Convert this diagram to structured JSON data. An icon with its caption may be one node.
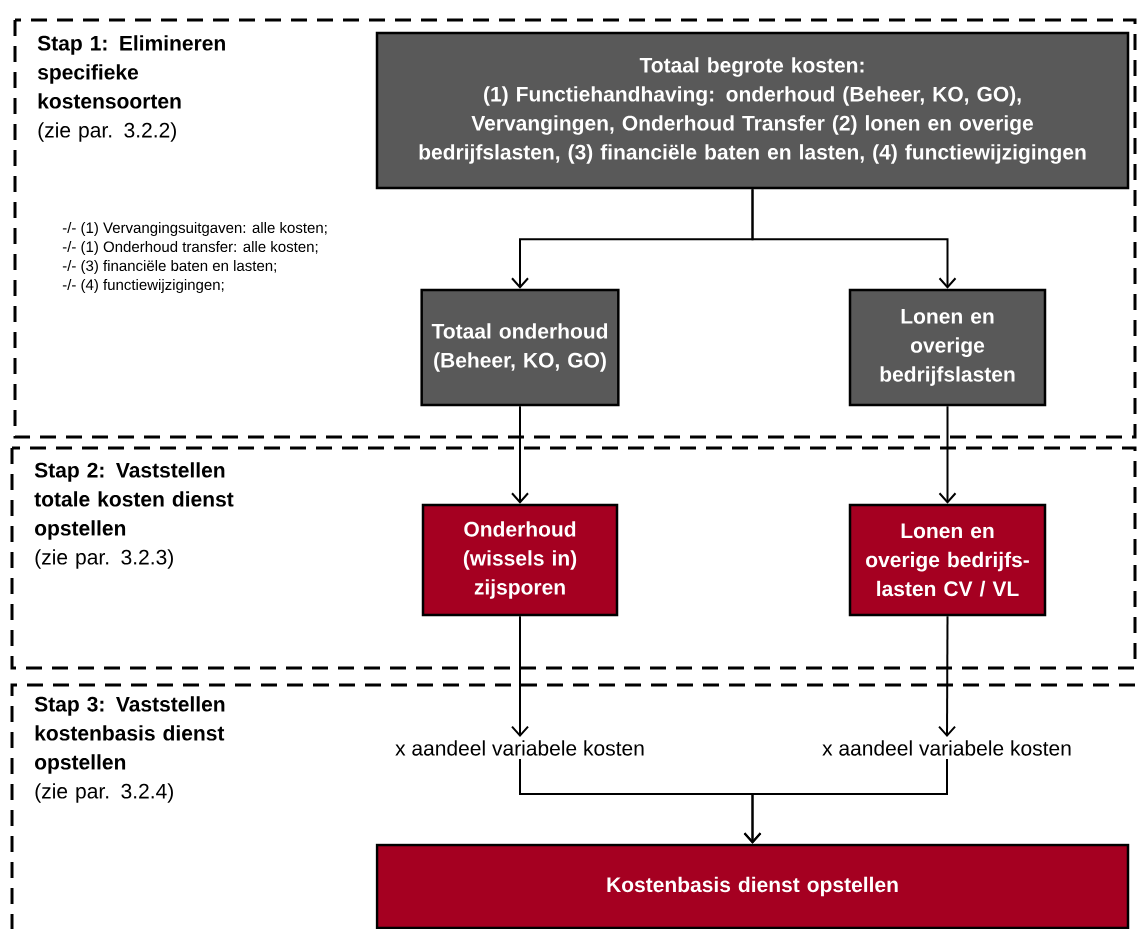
{
  "diagram": {
    "nodes": [
      {
        "text": [
          "Stap 1: Elimineren specifieke kostensoorten",
          "(zie par. 3.2.2)"
        ]
      },
      {
        "text": [
          "Totaal begrote kosten:",
          "(1)  Functiehandhaving: onderhoud (Beheer, KO, GO), Vervangingen, Onderhoud Transfer (2) lonen en overige bedrijfslasten, (3) financiële baten en lasten, (4) functiewijzigingen"
        ],
        "in": 0
      },
      {
        "text": [
          "Totaal onderhoud (Beheer, KO, GO)"
        ],
        "in": 0
      },
      {
        "text": [
          "Lonen en overige bedrijfslasten"
        ],
        "in": 0
      },
      {
        "text": [
          "Stap 2: Vaststellen totale kosten dienst opstellen",
          "(zie par. 3.2.3)"
        ]
      },
      {
        "text": [
          "Onderhoud (wissels in) zijsporen"
        ],
        "in": 4
      },
      {
        "text": [
          "Lonen en overige bedrijfs-lasten CV / VL"
        ],
        "in": 4
      },
      {
        "text": [
          "Stap 3: Vaststellen kostenbasis dienst opstellen",
          "(zie par. 3.2.4)"
        ]
      },
      {
        "text": [
          "x aandeel variabele kosten"
        ],
        "in": 7
      },
      {
        "text": [
          "x aandeel variabele kosten"
        ],
        "in": 7
      },
      {
        "text": [
          "Kostenbasis dienst opstellen"
        ],
        "in": 7
      }
    ],
    "edges": [
      {
        "from": 1,
        "to": 2,
        "arrow": "to"
      },
      {
        "from": 1,
        "to": 3,
        "arrow": "to"
      },
      {
        "from": 2,
        "to": 5,
        "arrow": "to"
      },
      {
        "from": 3,
        "to": 6,
        "arrow": "to"
      },
      {
        "from": 5,
        "to": 8,
        "arrow": "to"
      },
      {
        "from": 6,
        "to": 9,
        "arrow": "to"
      },
      {
        "from": 8,
        "to": 10,
        "arrow": "to"
      },
      {
        "from": 9,
        "to": 10,
        "arrow": "to"
      }
    ],
    "labels": [
      "-/- (1) Vervangingsuitgaven:  alle kosten;",
      "-/- (1) Onderhoud  transfer: alle kosten;",
      "-/- (3) financiële baten  en lasten;",
      "-/- (4) functiewijzigingen;"
    ]
  }
}
